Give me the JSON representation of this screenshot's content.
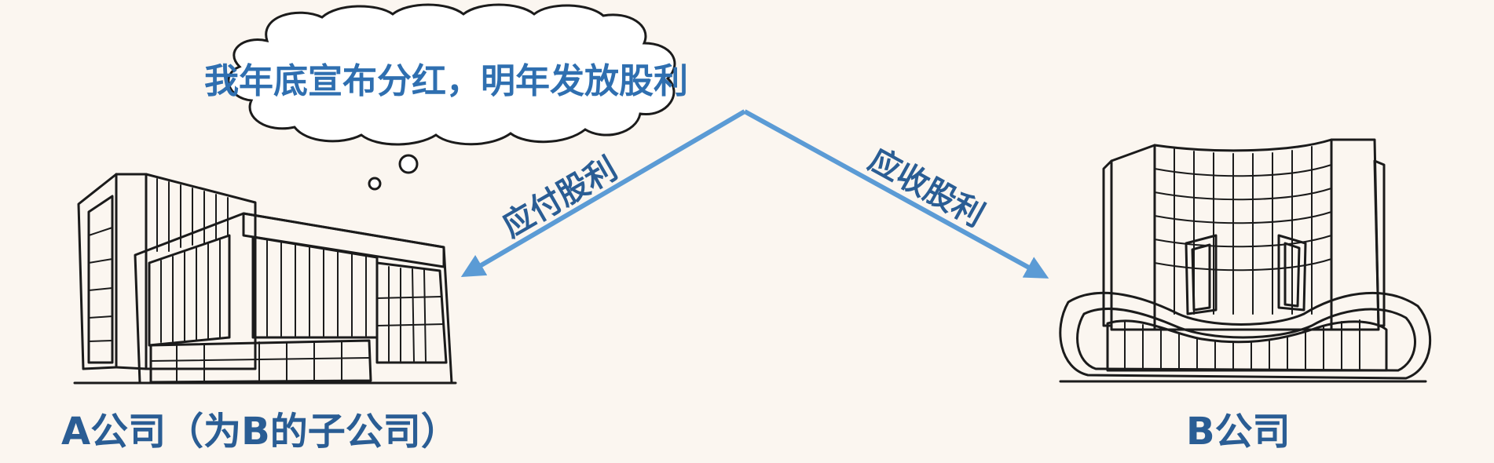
{
  "thought": {
    "text": "我年底宣布分红，明年发放股利"
  },
  "arrows": {
    "left_label": "应付股利",
    "right_label": "应收股利",
    "color": "#5b9bd5"
  },
  "entities": {
    "a_company": "A公司（为B的子公司）",
    "b_company": "B公司"
  },
  "colors": {
    "background": "#fbf6f0",
    "thought_text": "#2f6fb0",
    "caption_text": "#2a5d94"
  }
}
